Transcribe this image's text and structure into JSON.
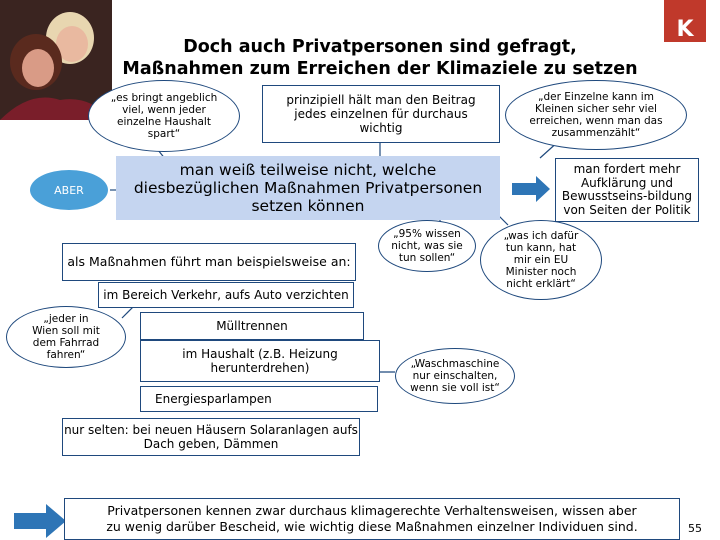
{
  "slide": {
    "title_line1": "Doch auch Privatpersonen sind gefragt,",
    "title_line2": "Maßnahmen zum Erreichen der Klimaziele zu setzen",
    "logo_letter": "K",
    "page_number": "55",
    "accent_color": "#1f497d",
    "box_fill_color": "#c5d5f0",
    "aber_color": "#4aa0d8"
  },
  "top_row": {
    "quote_left": [
      "„es bringt angeblich",
      "viel, wenn jeder",
      "einzelne Haushalt",
      "spart“"
    ],
    "middle_text": [
      "prinzipiell hält man den Beitrag",
      "jedes einzelnen für durchaus",
      "wichtig"
    ],
    "quote_right": [
      "„der Einzelne kann im",
      "Kleinen sicher sehr viel",
      "erreichen, wenn man das",
      "zusammenzählt“"
    ]
  },
  "middle_row": {
    "aber_label": "ABER",
    "main_box": [
      "man weiß teilweise nicht, welche",
      "diesbezüglichen Maßnahmen Privatpersonen",
      "setzen können"
    ],
    "right_box": [
      "man fordert mehr",
      "Aufklärung und",
      "Bewusstseins-bildung",
      "von Seiten der Politik"
    ],
    "quote_95": [
      "„95% wissen",
      "nicht, was sie",
      "tun sollen“"
    ],
    "quote_eu": [
      "„was ich dafür",
      "tun kann, hat",
      "mir ein EU",
      "Minister noch",
      "nicht erklärt“"
    ]
  },
  "measures": {
    "intro": "als Maßnahmen führt man beispielsweise an:",
    "traffic": "im Bereich Verkehr, aufs Auto verzichten",
    "quote_bike": [
      "„jeder in",
      "Wien soll mit",
      "dem Fahrrad",
      "fahren“"
    ],
    "waste": "Mülltrennen",
    "household": [
      "im Haushalt (z.B. Heizung",
      "herunterdrehen)"
    ],
    "quote_washing": [
      "„Waschmaschine",
      "nur einschalten,",
      "wenn sie voll ist“"
    ],
    "lamps": "Energiesparlampen",
    "rarely": [
      "nur selten: bei neuen Häusern Solaranlagen aufs",
      "Dach geben, Dämmen"
    ]
  },
  "conclusion": {
    "line1": "Privatpersonen kennen zwar durchaus klimagerechte Verhaltensweisen, wissen aber",
    "line2": "zu wenig darüber Bescheid, wie wichtig diese Maßnahmen einzelner Individuen sind."
  }
}
